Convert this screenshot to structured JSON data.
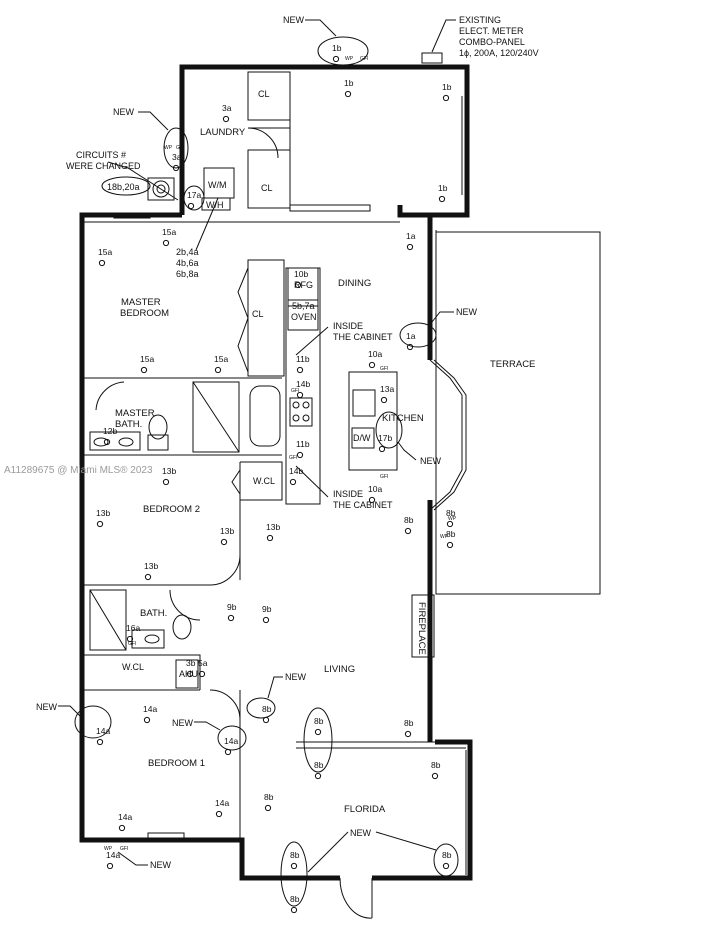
{
  "rooms": {
    "laundry": "LAUNDRY",
    "dining": "DINING",
    "master_bedroom_1": "MASTER",
    "master_bedroom_2": "BEDROOM",
    "master_bath_1": "MASTER",
    "master_bath_2": "BATH.",
    "kitchen": "KITCHEN",
    "terrace": "TERRACE",
    "bedroom2": "BEDROOM 2",
    "bath": "BATH.",
    "living": "LIVING",
    "bedroom1": "BEDROOM 1",
    "florida": "FLORIDA",
    "fireplace": "FIREPLACE"
  },
  "fixtures": {
    "cl": "CL",
    "wcl": "W.CL",
    "wm": "W/M",
    "wh": "W/H",
    "rfg": "RFG",
    "oven": "OVEN",
    "dw": "D/W",
    "ahu": "AHU"
  },
  "notes": {
    "new": "NEW",
    "meter_1": "EXISTING",
    "meter_2": "ELECT. METER",
    "meter_3": "COMBO-PANEL",
    "meter_4": "1ϕ, 200A, 120/240V",
    "changed_1": "CIRCUITS #",
    "changed_2": "WERE CHANGED",
    "inside_1": "INSIDE",
    "inside_2": "THE CABINET",
    "changed_ids": "18b,20a",
    "circ_list_1": "2b,4a",
    "circ_list_2": "4b,6a",
    "circ_list_3": "6b,8a",
    "oven_circ": "5b,7a"
  },
  "outlet_tags": {
    "wp": "WP",
    "gfi": "GFI"
  },
  "circuit_labels": [
    "1b",
    "1b",
    "1b",
    "1b",
    "3a",
    "3a",
    "17a",
    "15a",
    "15a",
    "15a",
    "15a",
    "1a",
    "1a",
    "10b",
    "11b",
    "14b",
    "14b",
    "11b",
    "12b",
    "10a",
    "10a",
    "13a",
    "17b",
    "13b",
    "13b",
    "13b",
    "13b",
    "13b",
    "8b",
    "8b",
    "8b",
    "9b",
    "9b",
    "16a",
    "3b",
    "5a",
    "14a",
    "14a",
    "14a",
    "14a",
    "14a",
    "14a",
    "8b",
    "8b",
    "8b",
    "8b",
    "8b",
    "8b",
    "8b",
    "8b",
    "8b"
  ],
  "watermark": "A11289675 @ Miami MLS® 2023"
}
